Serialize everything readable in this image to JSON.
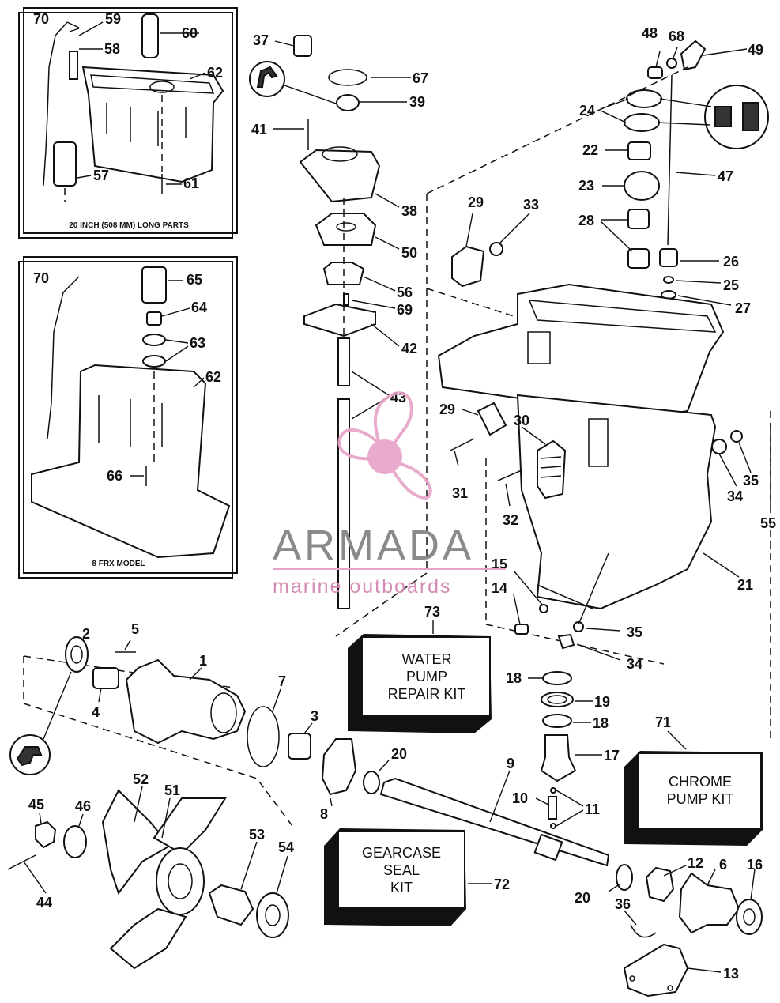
{
  "insets": {
    "long_parts_caption": "20 INCH (508 MM) LONG PARTS",
    "frx_caption": "8 FRX MODEL"
  },
  "kits": {
    "water_pump": [
      "WATER",
      "PUMP",
      "REPAIR KIT"
    ],
    "chrome_pump": [
      "CHROME",
      "PUMP KIT"
    ],
    "gearcase_seal": [
      "GEARCASE",
      "SEAL",
      "KIT"
    ]
  },
  "watermark": {
    "brand": "ARMADA",
    "tagline": "marine outboards",
    "color_pink": "#e7a3c8",
    "color_gray": "#8a8a8a"
  },
  "callouts": {
    "c70a": "70",
    "c59": "59",
    "c60": "60",
    "c58": "58",
    "c62a": "62",
    "c57": "57",
    "c61": "61",
    "c70b": "70",
    "c65": "65",
    "c64": "64",
    "c63": "63",
    "c62b": "62",
    "c66": "66",
    "c37": "37",
    "c67": "67",
    "c39": "39",
    "c41": "41",
    "c38": "38",
    "c50": "50",
    "c56": "56",
    "c69": "69",
    "c42": "42",
    "c43": "43",
    "c48": "48",
    "c68": "68",
    "c49": "49",
    "c24": "24",
    "c22": "22",
    "c47": "47",
    "c23": "23",
    "c28": "28",
    "c26": "26",
    "c25": "25",
    "c27": "27",
    "c29a": "29",
    "c33": "33",
    "c29b": "29",
    "c30": "30",
    "c31": "31",
    "c32": "32",
    "c34a": "34",
    "c35a": "35",
    "c55": "55",
    "c21": "21",
    "c15": "15",
    "c14": "14",
    "c35b": "35",
    "c34b": "34",
    "c73": "73",
    "c2": "2",
    "c5": "5",
    "c1": "1",
    "c4": "4",
    "c7": "7",
    "c3": "3",
    "c18a": "18",
    "c19": "19",
    "c18b": "18",
    "c71": "71",
    "c17": "17",
    "c20a": "20",
    "c9": "9",
    "c10": "10",
    "c11": "11",
    "c8": "8",
    "c52": "52",
    "c51": "51",
    "c45": "45",
    "c46": "46",
    "c53": "53",
    "c54": "54",
    "c44": "44",
    "c72": "72",
    "c12": "12",
    "c6": "6",
    "c16": "16",
    "c20b": "20",
    "c36": "36",
    "c13": "13"
  }
}
